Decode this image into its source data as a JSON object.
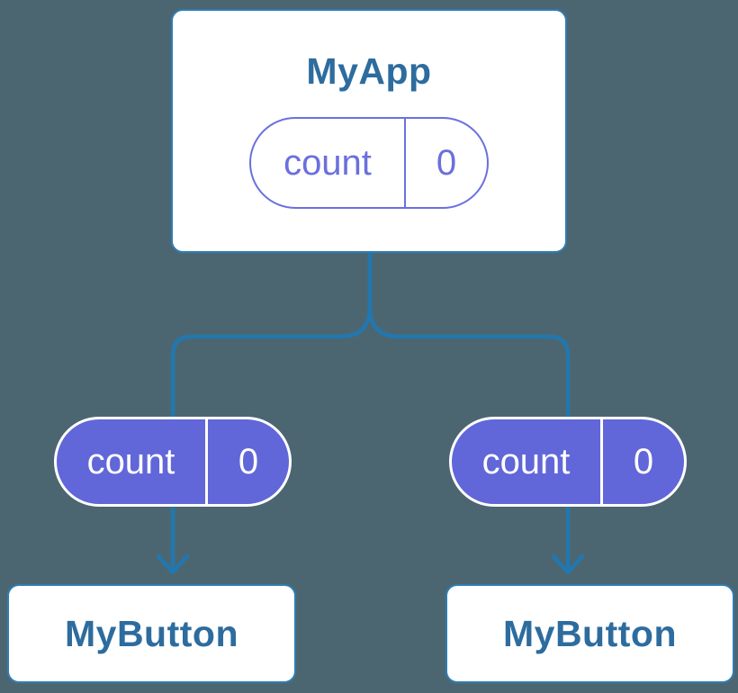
{
  "diagram": {
    "root": {
      "title": "MyApp",
      "state_pill": {
        "name": "count",
        "value": "0"
      }
    },
    "children": [
      {
        "title": "MyButton",
        "prop_pill": {
          "name": "count",
          "value": "0"
        }
      },
      {
        "title": "MyButton",
        "prop_pill": {
          "name": "count",
          "value": "0"
        }
      }
    ],
    "colors": {
      "background": "#4c6671",
      "connector": "#2277af",
      "card_border": "#2e7db4",
      "card_text": "#2d6c9e",
      "pill_fill": "#6167d8",
      "pill_outline": "#6b70dd",
      "pill_text_on_fill": "#ffffff"
    }
  }
}
